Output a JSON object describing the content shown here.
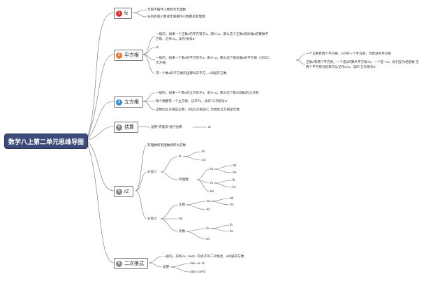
{
  "root": "数学八上第二单元思维导图",
  "topics": {
    "t1": {
      "num": "1",
      "label": "fz",
      "color": "#d9342b"
    },
    "t2": {
      "num": "2",
      "label": "平方根",
      "color": "#e8792b"
    },
    "t3": {
      "num": "3",
      "label": "立方根",
      "color": "#2f8fd1"
    },
    "t4": {
      "num": "4",
      "label": "估算",
      "color": "#8a8a8a"
    },
    "t5": {
      "num": "5",
      "label": "rZ",
      "color": "#8a8a8a"
    },
    "t6": {
      "num": "6",
      "label": "二次根式",
      "color": "#8a8a8a"
    }
  },
  "b1": {
    "a": "无限不循环小数称为无理数",
    "b": "任何有限小数或无限循环小数都是有理数"
  },
  "b2": {
    "a1": "一般的，如果一个正数x的平方等于a，即x²=a，那么这个正数x就叫做a的算数平",
    "a2": "方根，记作√a，读作\"根号a\"",
    "b": "dr",
    "c1": "一般的，如果一个数x的平方等于a，即x²=a，那么这个数叫做a的平方根（也叫二",
    "c2": "次方根）",
    "d": "求一个数a的平方根的运算叫开平方，a叫被开方数",
    "e": "一个正数有两个平方根；0只有一个平方根；负数没有平方根",
    "f1": "正数a有两个平方根，一个是a的算术平方根√a，一个是−√a，他们互为相反数 这",
    "f2": "两个平方根合起来可以记作±√a，读作\"正负根号a\""
  },
  "b3": {
    "a": "一般的，如果一个数x的立方等于a，即x³=a，那么这个数x叫做a的立方根",
    "b": "每个数都有一个立方根，记作∛a，读作\"三次根号a\"",
    "c": "正数的立方根是正数；0的立方根是0；负数的立方根是负数"
  },
  "b4": {
    "a": "运用\"夹逼法\"进行估算",
    "b": "dr"
  },
  "b5": {
    "top": "有理数和无理数统称为实数",
    "fen1": "分类①",
    "fen2": "分类②",
    "fz": "fz",
    "yw": "有理数",
    "fn1": "fN",
    "zd1": "zd",
    "ht": "ht",
    "rh": "rh",
    "zf1": "zB",
    "zn1": "zN",
    "fb1": "fb",
    "fw1": "fw",
    "bk1": "bK",
    "zs": "正数",
    "fs": "负数",
    "bk2": "bK",
    "ht2": "ht",
    "zf2": "zB",
    "zn2": "zN",
    "fn2": "fN",
    "rh2": "rh",
    "fb2": "fb",
    "fw2": "fw",
    "zd2": "zd"
  },
  "b6": {
    "a": "一般的，形如√a（a≥0）的式子叫二次根式，a叫被开方数",
    "yunsuan": "运算",
    "f1": "√ab=√a·√b",
    "f2": "√a/b=√a/√b"
  }
}
